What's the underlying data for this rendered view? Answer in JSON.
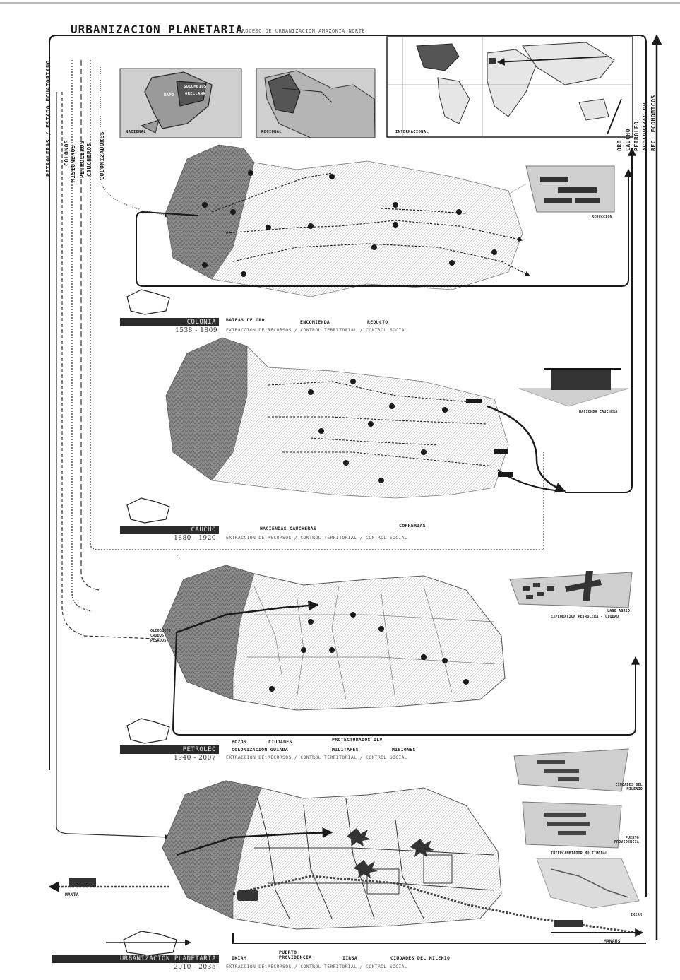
{
  "title": "URBANIZACION PLANETARIA",
  "subtitle": "PROCESO DE URBANIZACION AMAZONIA NORTE",
  "left_labels": [
    "PETROLERAS / ESTADO ECUATORIANO",
    "COLONOS",
    "MISIONEROS",
    "PETROLEROS",
    "CAUCHEROS",
    "COLONIZADORES"
  ],
  "right_labels": [
    "ORO",
    "CAUCHO",
    "PETROLEO",
    "ACOLONIZACION",
    "REC. ECONOMICOS"
  ],
  "inset_maps": {
    "national": "NACIONAL",
    "regional": "REGIONAL",
    "international": "INTERNACIONAL",
    "country_words": [
      "NAPO",
      "ORELLANA",
      "SUCUMBIOS"
    ]
  },
  "colors": {
    "bar": "#2b2b2b",
    "map_fill": "#9a9a9a",
    "map_land": "#cfcfcf",
    "line": "#1a1a1a"
  },
  "eras": [
    {
      "name": "COLONIA",
      "years": "1538 - 1809",
      "legend": [
        "BATEAS DE ORO",
        "ENCOMIENDA",
        "REDUCTO"
      ],
      "caption": "EXTRACCION DE RECURSOS  /  CONTROL TERRITORIAL  /  CONTROL SOCIAL",
      "side_label": "REDUCCION"
    },
    {
      "name": "CAUCHO",
      "years": "1880 - 1920",
      "legend": [
        "HACIENDAS CAUCHERAS",
        "CORRERIAS"
      ],
      "caption": "EXTRACCION DE RECURSOS  /  CONTROL TERRITORIAL  /  CONTROL SOCIAL",
      "side_label": "HACIENDA CAUCHERA"
    },
    {
      "name": "PETROLEO",
      "years": "1940 - 2007",
      "legend_row1": [
        "POZOS",
        "CIUDADES",
        "PROTECTORADOS ILV",
        "MISIONES"
      ],
      "legend_row2": [
        "COLONIZACION GUIADA",
        "MILITARES"
      ],
      "caption": "EXTRACCION DE RECURSOS  /  CONTROL TERRITORIAL  /  CONTROL SOCIAL",
      "side_label": "LAGO AGRIO",
      "side_sub": "EXPLORACION PETROLERA - CIUDAD",
      "map_label": "OLEODUCTO\nCRUDOS\nPESADOS"
    },
    {
      "name": "URBANIZACION PLANETARIA",
      "years": "2010 - 2035",
      "legend": [
        "IKIAM",
        "PUERTO PROVIDENCIA",
        "IIRSA",
        "CIUDADES DEL MILENIO"
      ],
      "caption": "EXTRACCION DE RECURSOS  /  CONTROL TERRITORIAL  /  CONTROL SOCIAL",
      "side_labels": [
        "CIUDADES DEL MILENIO",
        "PUERTO PROVIDENCIA",
        "INTERCAMBIADOR MULTIMODAL",
        "IKIAM"
      ],
      "endpoints": [
        "MANTA",
        "MANAUS"
      ]
    }
  ]
}
